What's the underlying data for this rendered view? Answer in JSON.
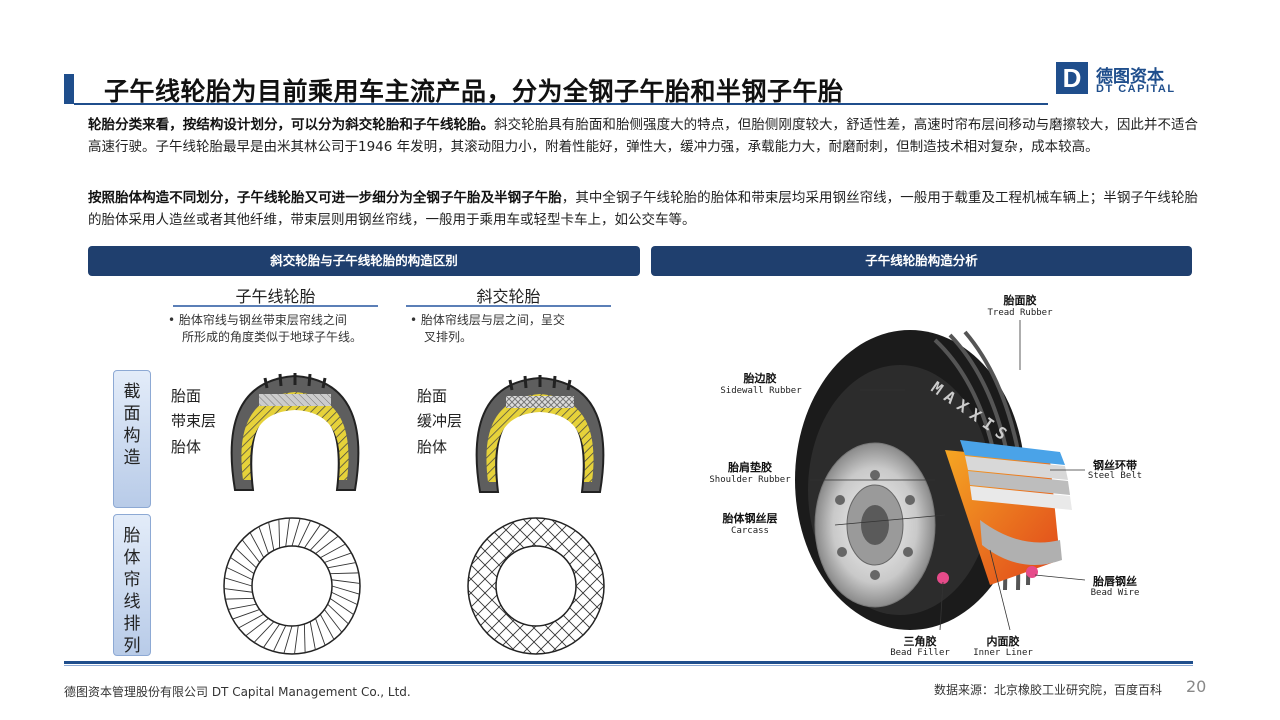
{
  "title": "子午线轮胎为目前乘用车主流产品，分为全钢子午胎和半钢子午胎",
  "logo": {
    "mark": "D",
    "name_cn": "德图资本",
    "name_en": "DT CAPITAL"
  },
  "paragraphs": [
    {
      "bold": "轮胎分类来看，按结构设计划分，可以分为斜交轮胎和子午线轮胎。",
      "text": "斜交轮胎具有胎面和胎侧强度大的特点，但胎侧刚度较大，舒适性差，高速时帘布层间移动与磨擦较大，因此并不适合高速行驶。子午线轮胎最早是由米其林公司于1946 年发明，其滚动阻力小，附着性能好，弹性大，缓冲力强，承载能力大，耐磨耐刺，但制造技术相对复杂，成本较高。"
    },
    {
      "bold": "按照胎体构造不同划分，子午线轮胎又可进一步细分为全钢子午胎及半钢子午胎",
      "text": "，其中全钢子午线轮胎的胎体和带束层均采用钢丝帘线，一般用于载重及工程机械车辆上；半钢子午线轮胎的胎体采用人造丝或者其他纤维，带束层则用钢丝帘线，一般用于乘用车或轻型卡车上，如公交车等。"
    }
  ],
  "left_panel": {
    "header": "斜交轮胎与子午线轮胎的构造区别",
    "radial": {
      "title": "子午线轮胎",
      "desc_line1": "• 胎体帘线与钢丝带束层帘线之间",
      "desc_line2": "所形成的角度类似于地球子午线。",
      "labels": [
        "胎面",
        "带束层",
        "胎体"
      ]
    },
    "bias": {
      "title": "斜交轮胎",
      "desc_line1": "• 胎体帘线层与层之间，呈交",
      "desc_line2": "叉排列。",
      "labels": [
        "胎面",
        "缓冲层",
        "胎体"
      ]
    },
    "row_labels": [
      "截面构造",
      "胎体帘线排列"
    ]
  },
  "right_panel": {
    "header": "子午线轮胎构造分析",
    "tire_brand": "MAXXIS",
    "parts": [
      {
        "cn": "胎面胶",
        "en": "Tread Rubber"
      },
      {
        "cn": "胎边胶",
        "en": "Sidewall Rubber"
      },
      {
        "cn": "胎肩垫胶",
        "en": "Shoulder Rubber"
      },
      {
        "cn": "胎体钢丝层",
        "en": "Carcass"
      },
      {
        "cn": "钢丝环带",
        "en": "Steel Belt"
      },
      {
        "cn": "胎唇钢丝",
        "en": "Bead Wire"
      },
      {
        "cn": "三角胶",
        "en": "Bead Filler"
      },
      {
        "cn": "内面胶",
        "en": "Inner Liner"
      }
    ]
  },
  "footer": {
    "company": "德图资本管理股份有限公司 DT Capital Management Co., Ltd.",
    "source": "数据来源：北京橡胶工业研究院，百度百科",
    "page": "20"
  },
  "colors": {
    "brand_blue": "#1f4e8c",
    "panel_header": "#1f3f6e",
    "tire_belt_yellow": "#e6d23a"
  }
}
